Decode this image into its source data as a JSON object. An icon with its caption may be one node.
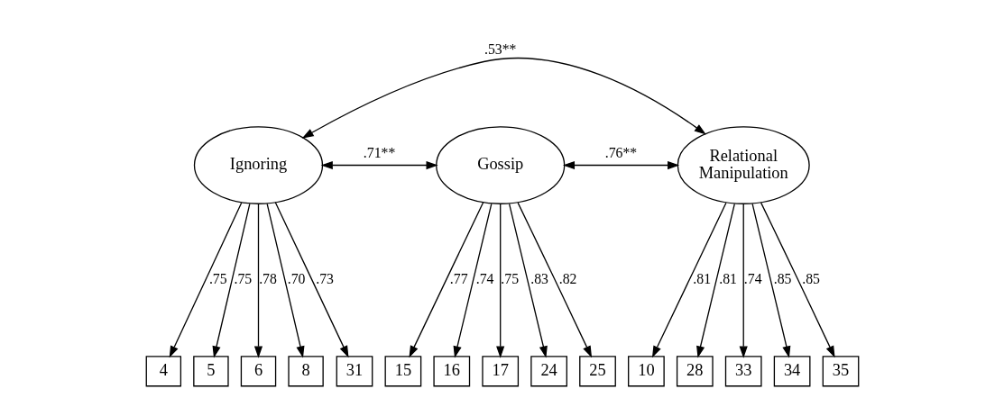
{
  "diagram": {
    "nodes": [
      {
        "text": [
          "Ignoring"
        ]
      },
      {
        "text": [
          "Gossip"
        ]
      },
      {
        "text": [
          "Relational Manipulation"
        ]
      },
      {
        "text": [
          "4"
        ]
      },
      {
        "text": [
          "5"
        ]
      },
      {
        "text": [
          "6"
        ]
      },
      {
        "text": [
          "8"
        ]
      },
      {
        "text": [
          "31"
        ]
      },
      {
        "text": [
          "15"
        ]
      },
      {
        "text": [
          "16"
        ]
      },
      {
        "text": [
          "17"
        ]
      },
      {
        "text": [
          "24"
        ]
      },
      {
        "text": [
          "25"
        ]
      },
      {
        "text": [
          "10"
        ]
      },
      {
        "text": [
          "28"
        ]
      },
      {
        "text": [
          "33"
        ]
      },
      {
        "text": [
          "34"
        ]
      },
      {
        "text": [
          "35"
        ]
      }
    ],
    "edges": [
      {
        "from": 0,
        "to": 2,
        "arrow": "both",
        "label": ".53**"
      },
      {
        "from": 0,
        "to": 1,
        "arrow": "both",
        "label": ".71**"
      },
      {
        "from": 1,
        "to": 2,
        "arrow": "both",
        "label": ".76**"
      },
      {
        "from": 0,
        "to": 3,
        "arrow": "to",
        "label": ".75"
      },
      {
        "from": 0,
        "to": 4,
        "arrow": "to",
        "label": ".75"
      },
      {
        "from": 0,
        "to": 5,
        "arrow": "to",
        "label": ".78"
      },
      {
        "from": 0,
        "to": 6,
        "arrow": "to",
        "label": ".70"
      },
      {
        "from": 0,
        "to": 7,
        "arrow": "to",
        "label": ".73"
      },
      {
        "from": 1,
        "to": 8,
        "arrow": "to",
        "label": ".77"
      },
      {
        "from": 1,
        "to": 9,
        "arrow": "to",
        "label": ".74"
      },
      {
        "from": 1,
        "to": 10,
        "arrow": "to",
        "label": ".75"
      },
      {
        "from": 1,
        "to": 11,
        "arrow": "to",
        "label": ".83"
      },
      {
        "from": 1,
        "to": 12,
        "arrow": "to",
        "label": ".82"
      },
      {
        "from": 2,
        "to": 13,
        "arrow": "to",
        "label": ".81"
      },
      {
        "from": 2,
        "to": 14,
        "arrow": "to",
        "label": ".81"
      },
      {
        "from": 2,
        "to": 15,
        "arrow": "to",
        "label": ".74"
      },
      {
        "from": 2,
        "to": 16,
        "arrow": "to",
        "label": ".85"
      },
      {
        "from": 2,
        "to": 17,
        "arrow": "to",
        "label": ".85"
      }
    ]
  }
}
